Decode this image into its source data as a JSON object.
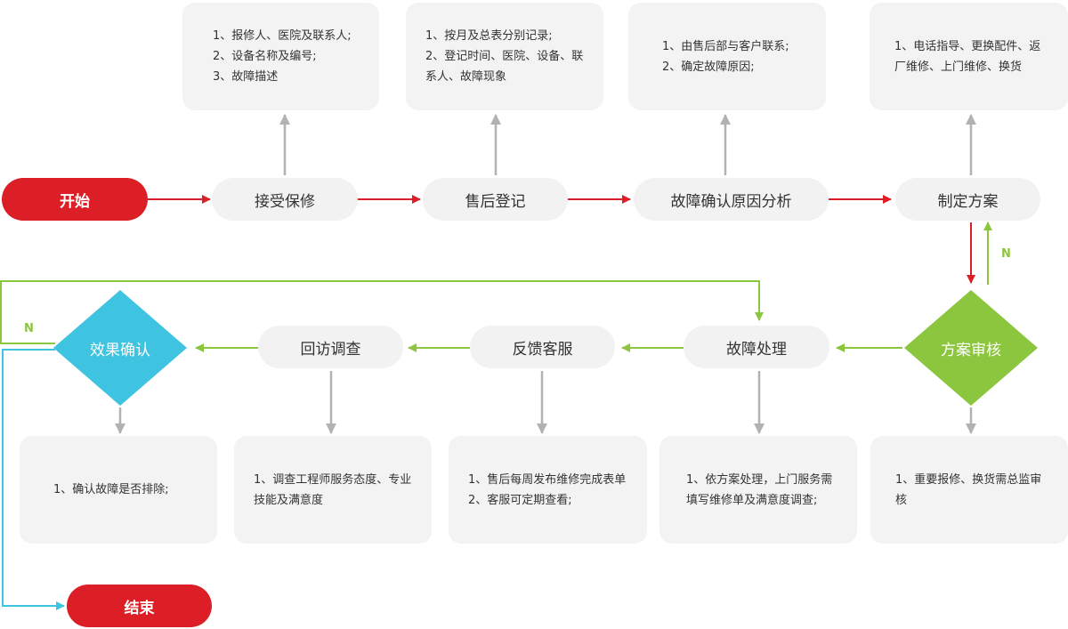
{
  "colors": {
    "red": "#dc1f26",
    "green": "#8cc63f",
    "cyan": "#3ec3e0",
    "gray_arrow": "#b2b2b2",
    "node_bg": "#f2f2f2",
    "note_bg": "#f3f3f3"
  },
  "nodes": {
    "start": "开始",
    "receive": "接受保修",
    "register": "售后登记",
    "analyze": "故障确认原因分析",
    "plan": "制定方案",
    "review": "方案审核",
    "handle": "故障处理",
    "feedback": "反馈客服",
    "revisit": "回访调查",
    "confirm": "效果确认",
    "end": "结束"
  },
  "labels": {
    "no_plan": "N",
    "no_confirm": "N"
  },
  "notes": {
    "receive": [
      "1、报修人、医院及联系人;",
      "2、设备名称及编号;",
      "3、故障描述"
    ],
    "register": [
      "1、按月及总表分别记录;",
      "2、登记时间、医院、设备、联",
      "系人、故障现象"
    ],
    "analyze": [
      "1、由售后部与客户联系;",
      "2、确定故障原因;"
    ],
    "plan": [
      "1、电话指导、更换配件、返",
      "厂维修、上门维修、换货"
    ],
    "confirm": [
      "1、确认故障是否排除;"
    ],
    "revisit": [
      "1、调查工程师服务态度、专业",
      "技能及满意度"
    ],
    "feedback": [
      "1、售后每周发布维修完成表单",
      "2、客服可定期查看;"
    ],
    "handle": [
      "1、依方案处理，上门服务需",
      "填写维修单及满意度调查;"
    ],
    "review": [
      "1、重要报修、换货需总监审",
      "核"
    ]
  }
}
